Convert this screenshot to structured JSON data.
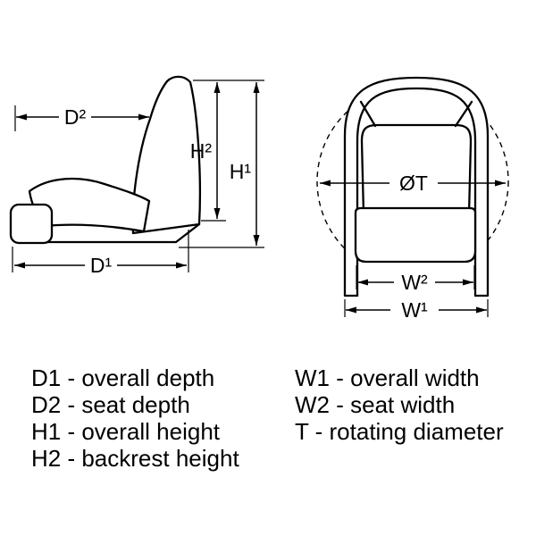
{
  "side_view": {
    "d2_label": "D²",
    "h2_label": "H²",
    "h1_label": "H¹",
    "d1_label": "D¹"
  },
  "front_view": {
    "t_label": "ØT",
    "w2_label": "W²",
    "w1_label": "W¹"
  },
  "legend": {
    "left": [
      "D1 - overall depth",
      "D2 - seat depth",
      "H1 - overall height",
      "H2 - backrest height"
    ],
    "right": [
      "W1 - overall width",
      "W2 - seat width",
      "T - rotating diameter"
    ]
  },
  "colors": {
    "line": "#000000",
    "background": "#ffffff"
  }
}
